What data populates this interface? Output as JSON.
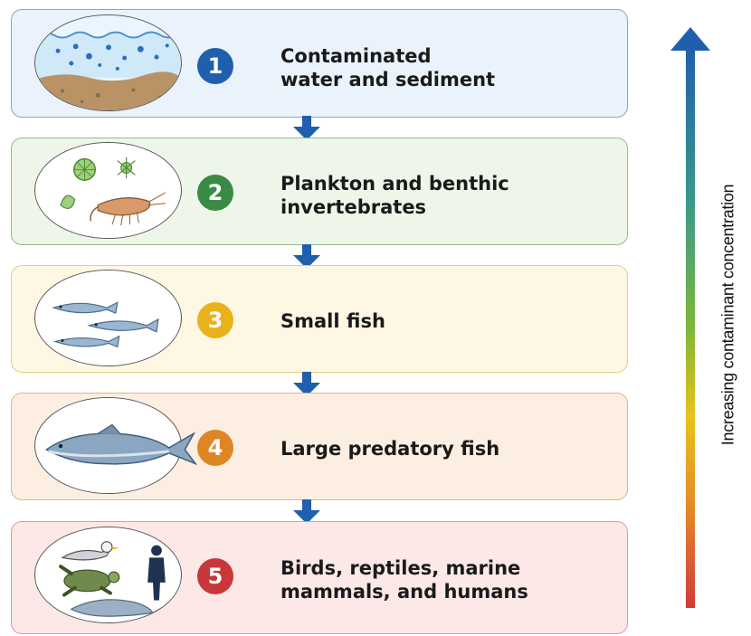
{
  "levels": [
    {
      "number": "1",
      "line1": "Contaminated",
      "line2": "water and sediment",
      "badge_color": "#1f5fad",
      "fill": "#eaf2fb",
      "border": "#7fa7d6",
      "icon": "water-sediment-icon"
    },
    {
      "number": "2",
      "line1": "Plankton and benthic",
      "line2": "invertebrates",
      "badge_color": "#3a8a46",
      "fill": "#eef6ea",
      "border": "#8fbf86",
      "icon": "plankton-icon"
    },
    {
      "number": "3",
      "line1": "Small fish",
      "line2": "",
      "badge_color": "#e9b21a",
      "fill": "#fdf7e3",
      "border": "#e8cf7d",
      "icon": "small-fish-icon"
    },
    {
      "number": "4",
      "line1": "Large predatory fish",
      "line2": "",
      "badge_color": "#e08524",
      "fill": "#fcefe2",
      "border": "#e5b27d",
      "icon": "large-fish-icon"
    },
    {
      "number": "5",
      "line1": "Birds, reptiles, marine",
      "line2": "mammals, and humans",
      "badge_color": "#c8373a",
      "fill": "#fbe8e7",
      "border": "#e09a97",
      "icon": "top-predators-icon"
    }
  ],
  "axis": {
    "label": "Increasing contaminant concentration",
    "gradient_colors": [
      "#1f5fad",
      "#3a9a5a",
      "#e9c21a",
      "#e58a2a",
      "#cf3a3a"
    ]
  },
  "arrow_color": "#1f5fad"
}
